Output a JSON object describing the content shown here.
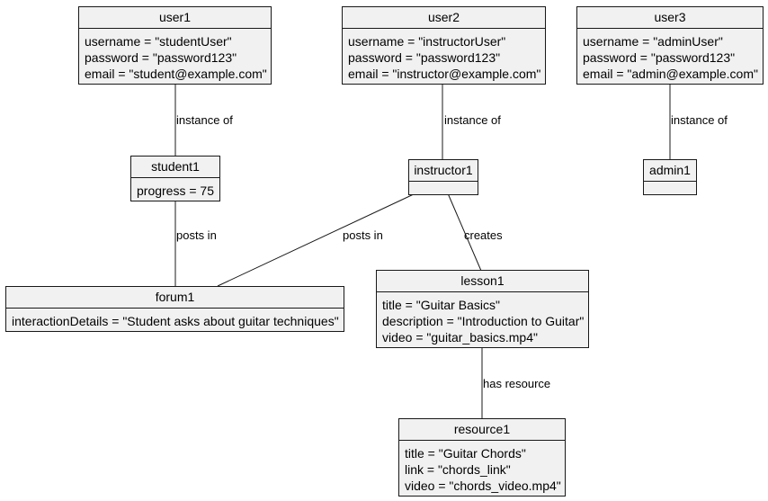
{
  "objects": {
    "user1": {
      "name": "user1",
      "attrs": [
        "username = \"studentUser\"",
        "password = \"password123\"",
        "email = \"student@example.com\""
      ]
    },
    "user2": {
      "name": "user2",
      "attrs": [
        "username = \"instructorUser\"",
        "password = \"password123\"",
        "email = \"instructor@example.com\""
      ]
    },
    "user3": {
      "name": "user3",
      "attrs": [
        "username = \"adminUser\"",
        "password = \"password123\"",
        "email = \"admin@example.com\""
      ]
    },
    "student1": {
      "name": "student1",
      "attrs": [
        "progress = 75"
      ]
    },
    "instructor1": {
      "name": "instructor1",
      "attrs": []
    },
    "admin1": {
      "name": "admin1",
      "attrs": []
    },
    "forum1": {
      "name": "forum1",
      "attrs": [
        "interactionDetails = \"Student asks about guitar techniques\""
      ]
    },
    "lesson1": {
      "name": "lesson1",
      "attrs": [
        "title = \"Guitar Basics\"",
        "description = \"Introduction to Guitar\"",
        "video = \"guitar_basics.mp4\""
      ]
    },
    "resource1": {
      "name": "resource1",
      "attrs": [
        "title = \"Guitar Chords\"",
        "link = \"chords_link\"",
        "video = \"chords_video.mp4\""
      ]
    }
  },
  "links": {
    "user1_student1": "instance of",
    "user2_instructor1": "instance of",
    "user3_admin1": "instance of",
    "student1_forum1": "posts in",
    "instructor1_forum1": "posts in",
    "instructor1_lesson1": "creates",
    "lesson1_resource1": "has resource"
  },
  "colors": {
    "box_fill": "#f1f1f1",
    "stroke": "#181818"
  }
}
